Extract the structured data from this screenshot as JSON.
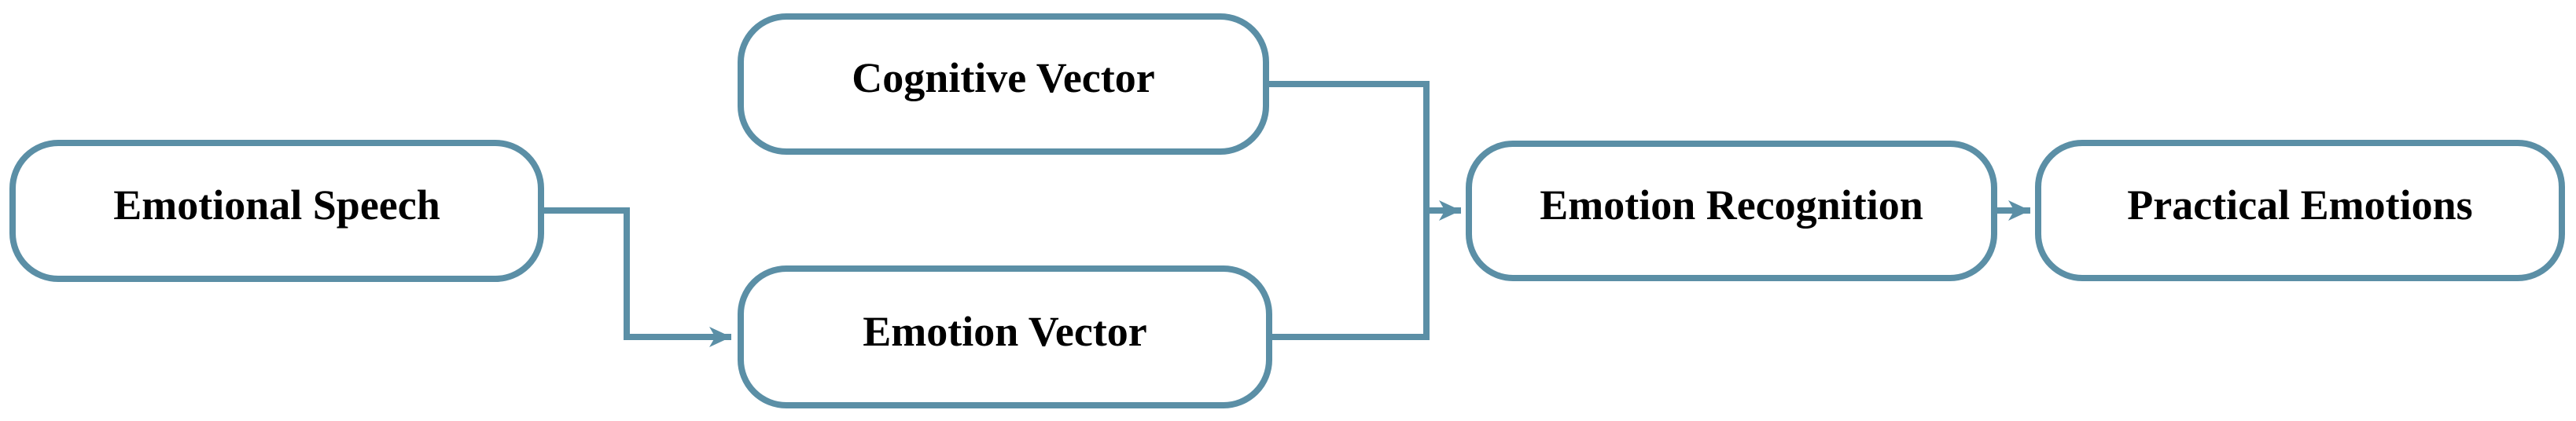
{
  "diagram": {
    "type": "flowchart",
    "background": "#ffffff",
    "colors": {
      "stroke": "#5b8fa6",
      "fill": "#ffffff",
      "text": "#000000",
      "background": "#ffffff"
    },
    "nodes": [
      {
        "id": "emotional-speech",
        "label": "Emotional Speech"
      },
      {
        "id": "cognitive-vector",
        "label": "Cognitive Vector"
      },
      {
        "id": "emotion-vector",
        "label": "Emotion Vector"
      },
      {
        "id": "emotion-recognition",
        "label": "Emotion Recognition"
      },
      {
        "id": "practical-emotions",
        "label": "Practical Emotions"
      }
    ],
    "edges": [
      {
        "from": "emotional-speech",
        "to": "emotion-vector"
      },
      {
        "from": "cognitive-vector",
        "to": "emotion-recognition"
      },
      {
        "from": "emotion-vector",
        "to": "emotion-recognition"
      },
      {
        "from": "emotion-recognition",
        "to": "practical-emotions"
      }
    ]
  }
}
